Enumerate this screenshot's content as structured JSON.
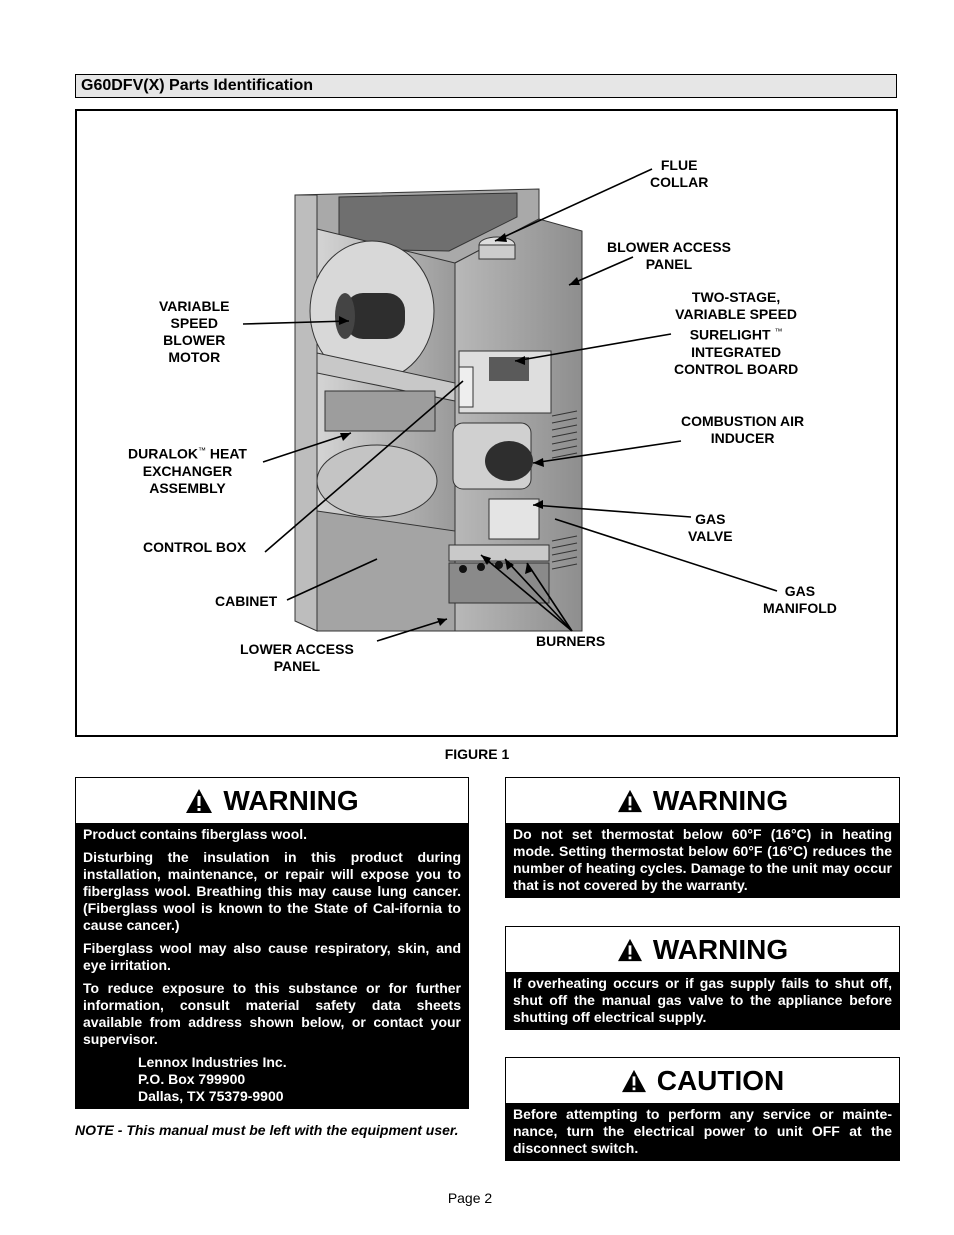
{
  "section_title": "G60DFV(X) Parts Identification",
  "figure_caption": "FIGURE 1",
  "labels": {
    "flue_collar": [
      "FLUE",
      "COLLAR"
    ],
    "blower_access_panel": [
      "BLOWER ACCESS",
      "PANEL"
    ],
    "control_board": [
      "TWO-STAGE,",
      "VARIABLE SPEED",
      "SURELIGHT",
      "INTEGRATED",
      "CONTROL BOARD"
    ],
    "tm": "™",
    "combustion_air_inducer": [
      "COMBUSTION AIR",
      "INDUCER"
    ],
    "gas_valve": [
      "GAS",
      "VALVE"
    ],
    "gas_manifold": [
      "GAS",
      "MANIFOLD"
    ],
    "burners": "BURNERS",
    "lower_access_panel": [
      "LOWER ACCESS",
      "PANEL"
    ],
    "cabinet": "CABINET",
    "control_box": "CONTROL BOX",
    "heat_exchanger": [
      "DURALOK",
      "HEAT",
      "EXCHANGER",
      "ASSEMBLY"
    ],
    "blower_motor": [
      "VARIABLE",
      "SPEED",
      "BLOWER",
      "MOTOR"
    ]
  },
  "warning_fiberglass": {
    "title": "WARNING",
    "paragraphs": [
      "Product contains fiberglass wool.",
      "Disturbing the insulation in this product during installation, maintenance, or repair will expose you to fiberglass wool. Breathing this may cause lung cancer. (Fiberglass wool is known to the State of Cal-ifornia to cause cancer.)",
      "Fiberglass wool may also cause respiratory, skin, and eye irritation.",
      "To reduce exposure to this substance or for further information, consult material safety data sheets available from address shown below, or contact your supervisor."
    ],
    "address": [
      "Lennox Industries Inc.",
      "P.O. Box 799900",
      "Dallas, TX 75379-9900"
    ]
  },
  "warning_thermostat": {
    "title": "WARNING",
    "text": "Do not set thermostat below 60°F (16°C) in heating mode. Setting thermostat below 60°F (16°C) reduces the number of heating cycles. Damage to the unit may occur that is not covered by the warranty."
  },
  "warning_overheating": {
    "title": "WARNING",
    "text": "If overheating occurs or if gas supply fails to shut off, shut off the manual gas valve to the appliance before shutting off electrical supply."
  },
  "caution_service": {
    "title": "CAUTION",
    "text": "Before attempting to perform any service or mainte-nance, turn the electrical power to unit OFF at the disconnect switch."
  },
  "note": "NOTE - This manual must be left with the equipment user.",
  "page_number": "Page 2"
}
